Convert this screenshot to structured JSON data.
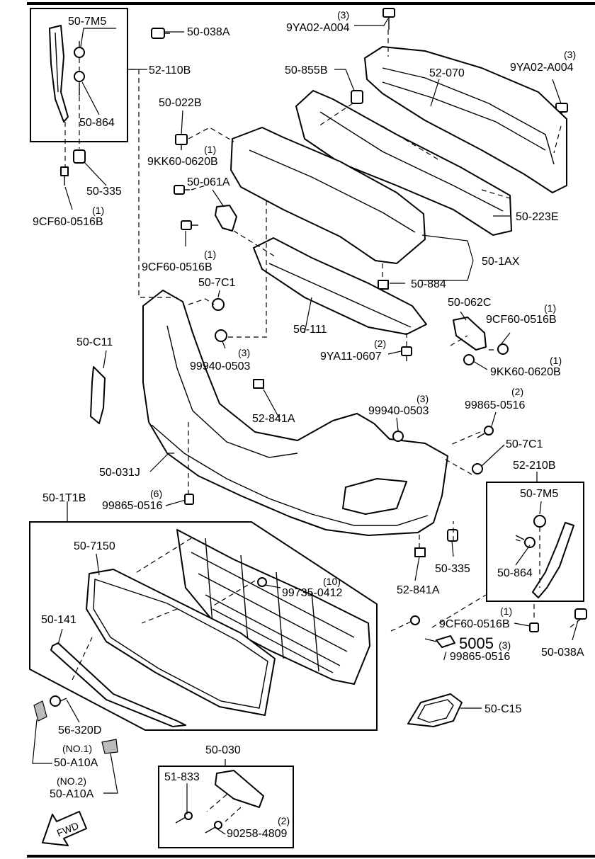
{
  "parts": {
    "p_50_7M5_a": "50-7M5",
    "p_50_038A_a": "50-038A",
    "p_52_110B": "52-110B",
    "p_50_864_a": "50-864",
    "p_50_335_a": "50-335",
    "p_9CF60_a": "9CF60-0516B",
    "q_9CF60_a": "(1)",
    "p_9YA02_a": "9YA02-A004",
    "q_9YA02_a": "(3)",
    "p_9YA02_b": "9YA02-A004",
    "q_9YA02_b": "(3)",
    "p_50_855B": "50-855B",
    "p_52_070": "52-070",
    "p_50_022B": "50-022B",
    "p_9KK60_a": "9KK60-0620B",
    "q_9KK60_a": "(1)",
    "p_50_061A": "50-061A",
    "p_50_223E": "50-223E",
    "p_9CF60_b": "9CF60-0516B",
    "q_9CF60_b": "(1)",
    "p_50_1AX": "50-1AX",
    "p_50_7C1_a": "50-7C1",
    "p_50_884": "50-884",
    "p_50_062C": "50-062C",
    "p_9CF60_c": "9CF60-0516B",
    "q_9CF60_c": "(1)",
    "p_56_111": "56-111",
    "p_50_C11": "50-C11",
    "p_99940_a": "99940-0503",
    "q_99940_a": "(3)",
    "p_9YA11": "9YA11-0607",
    "q_9YA11": "(2)",
    "p_9KK60_b": "9KK60-0620B",
    "q_9KK60_b": "(1)",
    "p_52_841A_a": "52-841A",
    "p_99940_b": "99940-0503",
    "q_99940_b": "(3)",
    "p_99865_a": "99865-0516",
    "q_99865_a": "(2)",
    "p_50_7C1_b": "50-7C1",
    "p_50_031J": "50-031J",
    "p_52_210B": "52-210B",
    "p_50_1T1B": "50-1T1B",
    "p_99865_b": "99865-0516",
    "q_99865_b": "(6)",
    "p_50_7M5_b": "50-7M5",
    "p_50_7150": "50-7150",
    "p_50_335_b": "50-335",
    "p_50_864_b": "50-864",
    "p_99735": "99735-0412",
    "q_99735": "(10)",
    "p_52_841A_b": "52-841A",
    "p_50_141": "50-141",
    "p_9CF60_d": "9CF60-0516B",
    "q_9CF60_d": "(1)",
    "p_5005": "5005",
    "q_5005": "(3)",
    "p_99865_c": "/ 99865-0516",
    "p_50_038A_b": "50-038A",
    "p_50_C15": "50-C15",
    "p_56_320D": "56-320D",
    "n_no1": "(NO.1)",
    "p_50_A10A_a": "50-A10A",
    "n_no2": "(NO.2)",
    "p_50_A10A_b": "50-A10A",
    "p_50_030": "50-030",
    "p_51_833": "51-833",
    "p_90258": "90258-4809",
    "q_90258": "(2)",
    "fwd": "FWD"
  }
}
